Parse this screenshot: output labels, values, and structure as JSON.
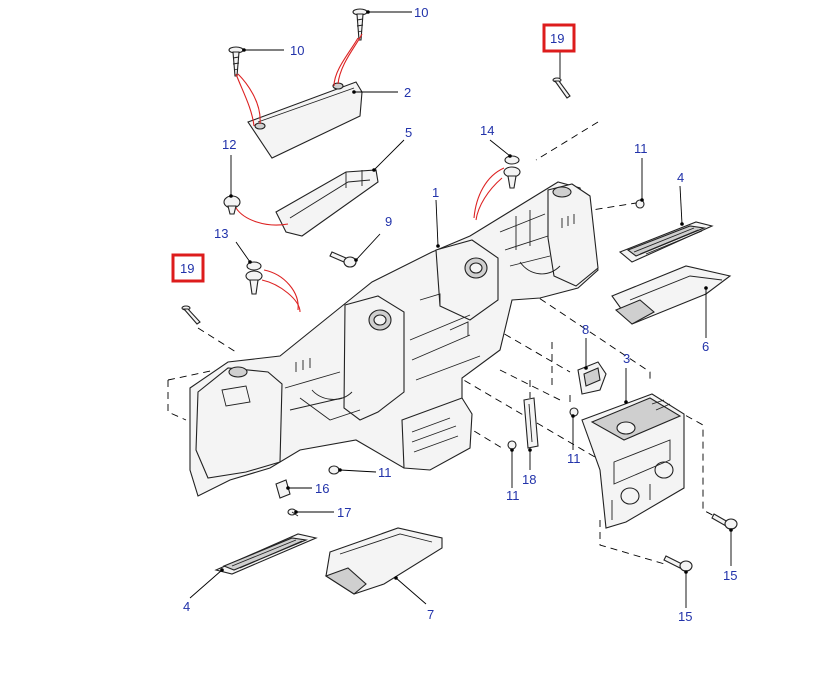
{
  "colors": {
    "callout_text": "#2233aa",
    "highlight_box": "#dd1c1c",
    "line": "#000000",
    "retainer_line": "#dd2222"
  },
  "callouts": {
    "c10a": "10",
    "c10b": "10",
    "c2": "2",
    "c5": "5",
    "c12": "12",
    "c9": "9",
    "c13": "13",
    "c1": "1",
    "c14": "14",
    "c19a": "19",
    "c19b": "19",
    "c11a": "11",
    "c4a": "4",
    "c6": "6",
    "c8": "8",
    "c3": "3",
    "c11b": "11",
    "c11c": "11",
    "c18": "18",
    "c11d": "11",
    "c16": "16",
    "c17": "17",
    "c15a": "15",
    "c15b": "15",
    "c4b": "4",
    "c7": "7"
  },
  "highlighted_callouts": [
    "19",
    "19"
  ]
}
